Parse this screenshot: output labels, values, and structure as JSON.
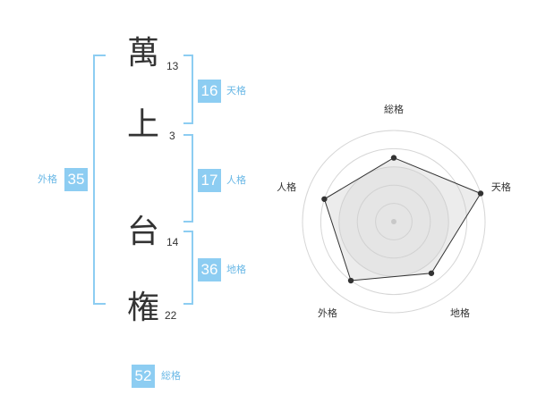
{
  "name_chars": [
    {
      "char": "萬",
      "strokes": "13"
    },
    {
      "char": "上",
      "strokes": "3"
    },
    {
      "char": "台",
      "strokes": "14"
    },
    {
      "char": "権",
      "strokes": "22"
    }
  ],
  "fortunes": {
    "tenkaku": {
      "value": "16",
      "label": "天格"
    },
    "jinkaku": {
      "value": "17",
      "label": "人格"
    },
    "chikaku": {
      "value": "36",
      "label": "地格"
    },
    "gaikaku": {
      "value": "35",
      "label": "外格"
    },
    "soukaku": {
      "value": "52",
      "label": "総格"
    }
  },
  "colors": {
    "accent": "#8dcdf2",
    "label": "#6ab8e6",
    "radar_fill": "#ebebeb",
    "radar_line": "#333333"
  },
  "chart_data": {
    "type": "radar",
    "axes": [
      "総格",
      "天格",
      "地格",
      "外格",
      "人格"
    ],
    "values": [
      0.7,
      1.0,
      0.7,
      0.8,
      0.8
    ],
    "scale": [
      0,
      1
    ],
    "rings": 5
  }
}
